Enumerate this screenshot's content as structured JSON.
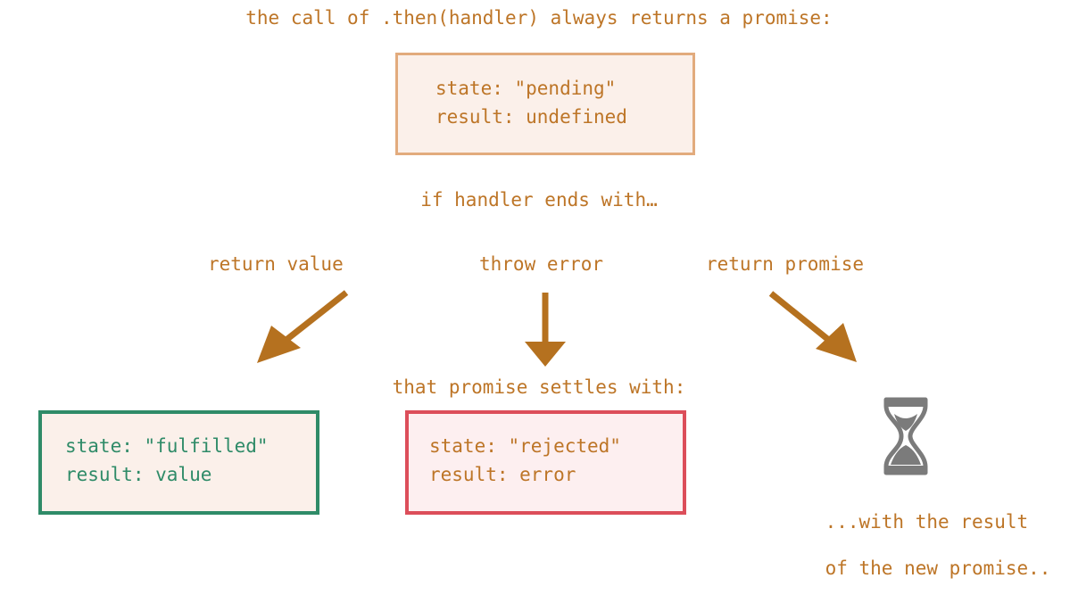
{
  "diagram": {
    "headline": "the call of .then(handler) always returns a promise:",
    "if_handler_text": "if handler ends with…",
    "settles_text": "that promise settles with:",
    "pending_box": {
      "state_line": "state: \"pending\"",
      "result_line": "result: undefined",
      "fill_color": "#fbf0ea",
      "border_color": "#e2ab7d",
      "text_color": "#bd7527"
    },
    "branches": [
      {
        "label": "return value",
        "arrow": "diagonal-down-left-arrow-icon"
      },
      {
        "label": "throw error",
        "arrow": "down-arrow-icon"
      },
      {
        "label": "return promise",
        "arrow": "diagonal-down-right-arrow-icon"
      }
    ],
    "fulfilled_box": {
      "state_line": "state: \"fulfilled\"",
      "result_line": "result: value",
      "fill_color": "#fbf0ea",
      "border_color": "#2f8b68",
      "text_color": "#2f8b68"
    },
    "rejected_box": {
      "state_line": "state: \"rejected\"",
      "result_line": "result: error",
      "fill_color": "#fdeff0",
      "border_color": "#dc4e5a",
      "text_color": "#bd7527"
    },
    "promise_result": {
      "icon": "hourglass-icon",
      "icon_color": "#7b7b7b",
      "note_line1": "...with the result",
      "note_line2": "of the new promise.."
    },
    "colors": {
      "background": "#ffffff",
      "arrow": "#b5711f",
      "primary_text": "#bd7527"
    }
  }
}
